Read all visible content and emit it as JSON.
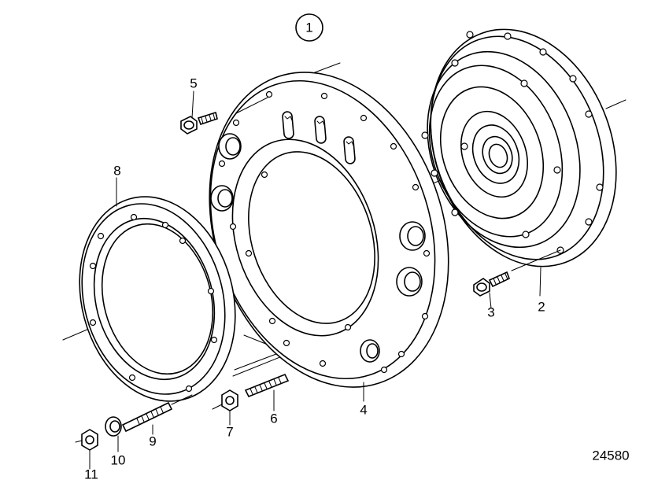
{
  "diagram": {
    "view_number": "1",
    "reference_number": "24580",
    "part_labels": {
      "p1": "1",
      "p2": "2",
      "p3": "3",
      "p4": "4",
      "p5": "5",
      "p6": "6",
      "p7": "7",
      "p8": "8",
      "p9": "9",
      "p10": "10",
      "p11": "11"
    }
  }
}
